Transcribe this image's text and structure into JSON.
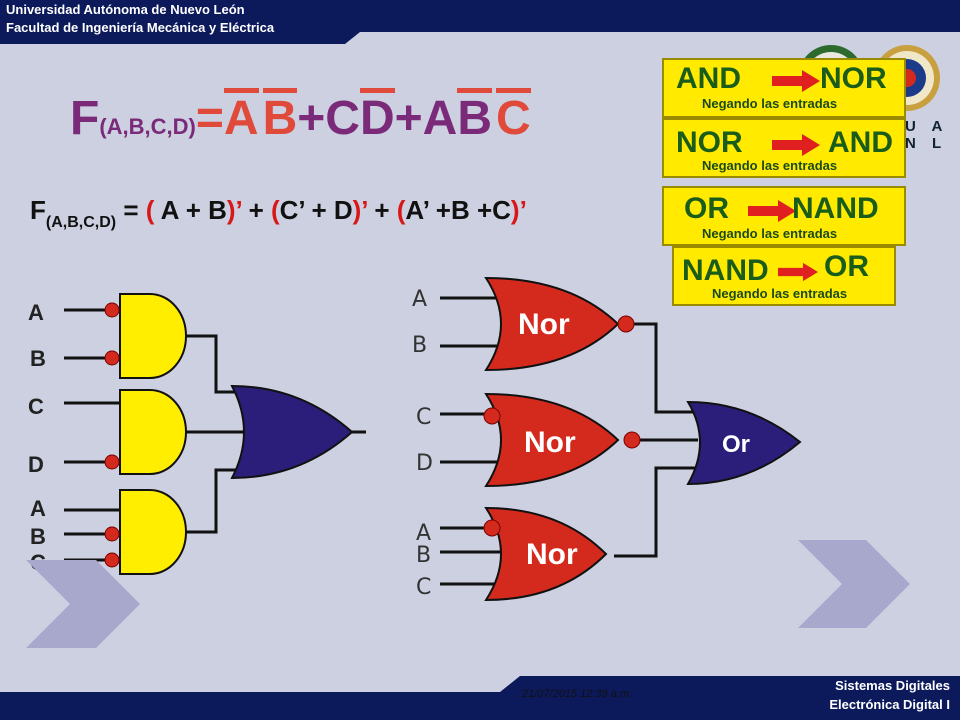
{
  "header": {
    "line1": "Universidad Autónoma de Nuevo León",
    "line2": "Facultad de Ingeniería Mecánica y Eléctrica"
  },
  "footer": {
    "date": "21/07/2015 12:39 a.m.",
    "line1": "Sistemas Digitales",
    "line2": "Electrónica Digital I"
  },
  "equation_main": {
    "f": "F",
    "args": "(A,B,C,D)",
    "eq": "=",
    "t1a": "A",
    "t1b": "B",
    "plus1": "+",
    "t2a": "C",
    "t2b": "D",
    "plus2": "+",
    "t3a": "A",
    "t3b": "B",
    "t3c": "C"
  },
  "equation_alt": {
    "f": "F",
    "args": "(A,B,C,D)",
    "rest1": " = ",
    "p1": "( ",
    "body1": "A + B",
    "c1": ")’",
    "plus1": " + ",
    "p2": "(",
    "body2": "C’ + D",
    "c2": ")’",
    "plus2": " + ",
    "p3": "(",
    "body3": "A’ +B +C",
    "c3": ")’"
  },
  "cards": [
    {
      "left": "AND",
      "right": "NOR",
      "sub": "Negando las entradas"
    },
    {
      "left": "NOR",
      "right": "AND",
      "sub": "Negando las entradas"
    },
    {
      "left": "OR",
      "right": "NAND",
      "sub": "Negando las entradas"
    },
    {
      "left": "NAND",
      "right": "OR",
      "sub": "Negando las entradas"
    }
  ],
  "logo_text": "U A N L",
  "left_circuit": {
    "labels": [
      "A",
      "B",
      "C",
      "D",
      "A",
      "B",
      "C"
    ]
  },
  "right_circuit": {
    "gate_labels": [
      "Nor",
      "Nor",
      "Nor"
    ],
    "or_label": "Or",
    "inputs": [
      "A",
      "B",
      "C",
      "D",
      "A",
      "B",
      "C"
    ]
  },
  "colors": {
    "navy": "#0c1a5c",
    "gate_yellow": "#ffee00",
    "gate_navy": "#2a1e7a",
    "gate_red": "#d42a1e",
    "bubble_red": "#d42a1e",
    "card_yellow": "#ffea00"
  }
}
